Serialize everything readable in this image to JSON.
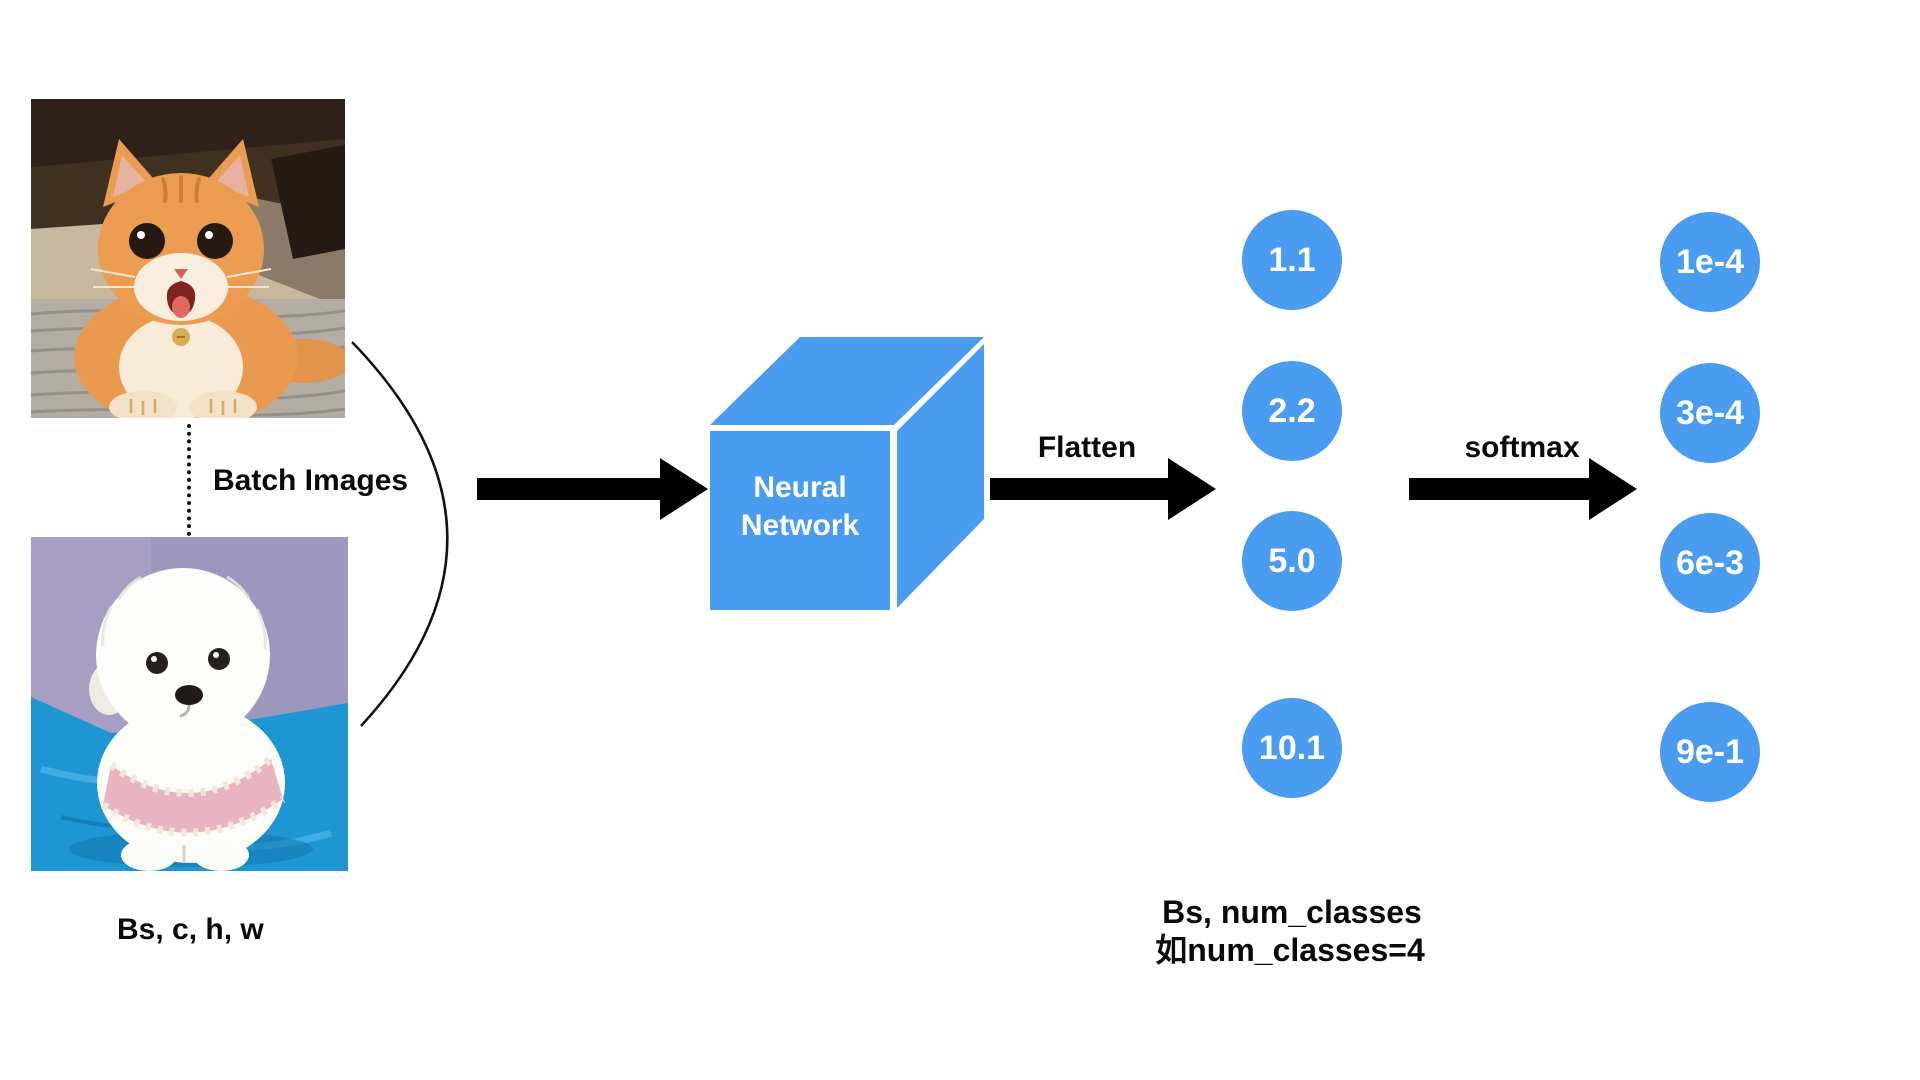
{
  "diagram": {
    "batch_label": "Batch Images",
    "input_shape": "Bs, c, h, w",
    "network": {
      "line1": "Neural",
      "line2": "Network"
    },
    "flatten_label": "Flatten",
    "softmax_label": "softmax",
    "logits": [
      "1.1",
      "2.2",
      "5.0",
      "10.1"
    ],
    "probabilities": [
      "1e-4",
      "3e-4",
      "6e-3",
      "9e-1"
    ],
    "output_shape_line1": "Bs, num_classes",
    "output_shape_line2": "如num_classes=4",
    "icons": [
      "cat-photo",
      "dog-photo",
      "neural-network-cube",
      "right-arrow",
      "batch-brace-arc"
    ],
    "colors": {
      "node_blue": "#4a9cf0",
      "arrow_black": "#000000",
      "text_black": "#0a0a0a"
    }
  }
}
